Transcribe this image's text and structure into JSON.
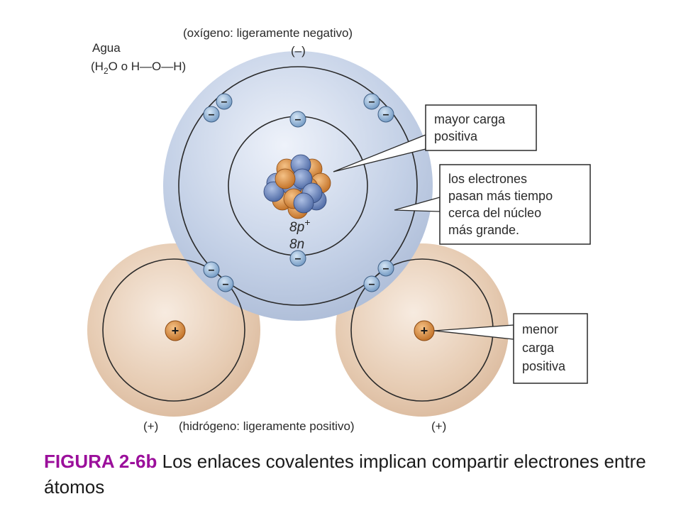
{
  "labels": {
    "water_title": "Agua",
    "water_formula_pre": "(H",
    "water_formula_sub": "2",
    "water_formula_post": "O o H—O—H)",
    "oxygen_note": "(oxígeno: ligeramente negativo)",
    "oxygen_charge": "(–)",
    "nucleus_protons": "8p",
    "nucleus_protons_sup": "+",
    "nucleus_neutrons": "8n",
    "hydrogen_note": "(hidrógeno: ligeramente positivo)",
    "hydrogen_charge_left": "(+)",
    "hydrogen_charge_right": "(+)",
    "electron_symbol": "–",
    "proton_symbol": "+"
  },
  "callouts": {
    "greater_charge": [
      "mayor carga",
      "positiva"
    ],
    "electrons_time": [
      "los electrones",
      "pasan más tiempo",
      "cerca del núcleo",
      "más grande."
    ],
    "lesser_charge": [
      "menor",
      "carga",
      "positiva"
    ]
  },
  "caption": {
    "figure_id": "FIGURA 2-6b",
    "text": " Los enlaces covalentes implican compartir electrones entre átomos"
  },
  "colors": {
    "oxygen_fill": "#b9c8e0",
    "hydrogen_fill": "#e6c9b0",
    "proton": "#d9893d",
    "neutron": "#6e88bd",
    "electron": "#8fb3d6",
    "caption_accent": "#9b0f9b"
  }
}
